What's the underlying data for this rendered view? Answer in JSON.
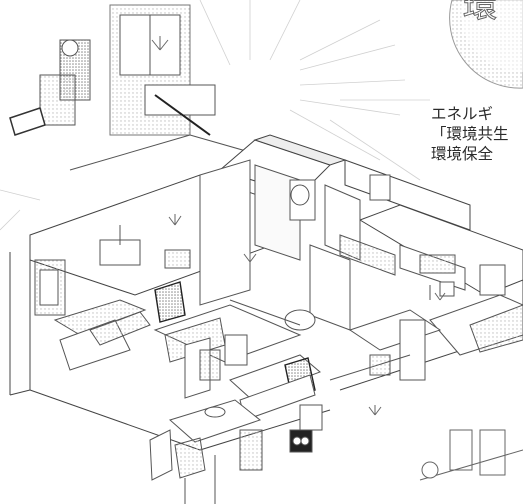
{
  "heading": {
    "text": "環"
  },
  "body_lines": [
    "エネルギ",
    "「環境共生",
    "環境保全"
  ],
  "illustration": {
    "subject": "isometric-apartment-floor-plan"
  },
  "colors": {
    "text": "#2b2b2b",
    "line": "#555555",
    "dot": "#c9c9c9",
    "background": "#ffffff"
  }
}
